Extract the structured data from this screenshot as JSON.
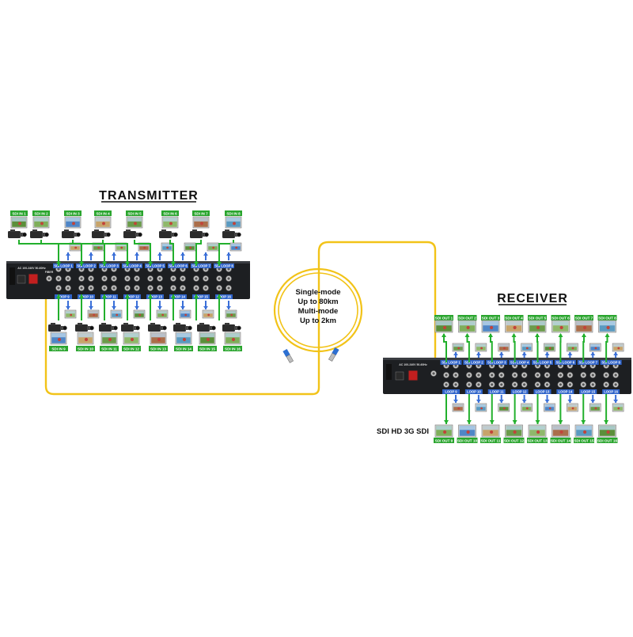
{
  "transmitter": {
    "title": "TRANSMITTER",
    "power_label": "AC 100-240V 50-60Hz",
    "fiber_port_label": "FIBER",
    "inputs_top": [
      "SDI IN 1",
      "SDI IN 2",
      "SDI IN 3",
      "SDI IN 4",
      "SDI IN 5",
      "SDI IN 6",
      "SDI IN 7",
      "SDI IN 8"
    ],
    "inputs_bottom": [
      "SDI IN 9",
      "SDI IN 10",
      "SDI IN 11",
      "SDI IN 12",
      "SDI IN 13",
      "SDI IN 14",
      "SDI IN 15",
      "SDI IN 16"
    ],
    "loops_top": [
      "SDI LOOP 1",
      "SDI LOOP 2",
      "SDI LOOP 3",
      "SDI LOOP 4",
      "SDI LOOP 5",
      "SDI LOOP 6",
      "SDI LOOP 7",
      "SDI LOOP 8"
    ],
    "loops_bottom": [
      "LOOP 9",
      "LOOP 10",
      "LOOP 11",
      "LOOP 12",
      "LOOP 13",
      "LOOP 14",
      "LOOP 15",
      "LOOP 16"
    ]
  },
  "receiver": {
    "title": "RECEIVER",
    "power_label": "AC 100-240V 50-60Hz",
    "outputs_top": [
      "SDI OUT 1",
      "SDI OUT 2",
      "SDI OUT 3",
      "SDI OUT 4",
      "SDI OUT 5",
      "SDI OUT 6",
      "SDI OUT 7",
      "SDI OUT 8"
    ],
    "outputs_bottom": [
      "SDI OUT 9",
      "SDI OUT 10",
      "SDI OUT 11",
      "SDI OUT 12",
      "SDI OUT 13",
      "SDI OUT 14",
      "SDI OUT 15",
      "SDI OUT 16"
    ],
    "loops_top": [
      "SDI LOOP 1",
      "SDI LOOP 2",
      "SDI LOOP 3",
      "SDI LOOP 4",
      "SDI LOOP 5",
      "SDI LOOP 6",
      "SDI LOOP 7",
      "SDI LOOP 8"
    ],
    "loops_bottom": [
      "LOOP 9",
      "LOOP 10",
      "LOOP 11",
      "LOOP 12",
      "LOOP 13",
      "LOOP 14",
      "LOOP 15",
      "LOOP 16"
    ],
    "format_label": "SDI HD 3G SDI"
  },
  "fiber": {
    "line1": "Single-mode",
    "line2": "Up to 80km",
    "line3": "Multi-mode",
    "line4": "Up to 2km"
  },
  "colors": {
    "connection_green": "#22b02c",
    "loop_blue": "#3a6fd8",
    "fiber_yellow": "#f2c318",
    "chassis": "#1d1f22",
    "label_green": "#2aa52e"
  },
  "icons": {
    "camera": "camera-icon",
    "monitor": "monitor-icon",
    "bnc": "bnc-connector-icon",
    "power_switch": "power-switch-icon",
    "fiber_connector": "st-fiber-connector-icon"
  }
}
